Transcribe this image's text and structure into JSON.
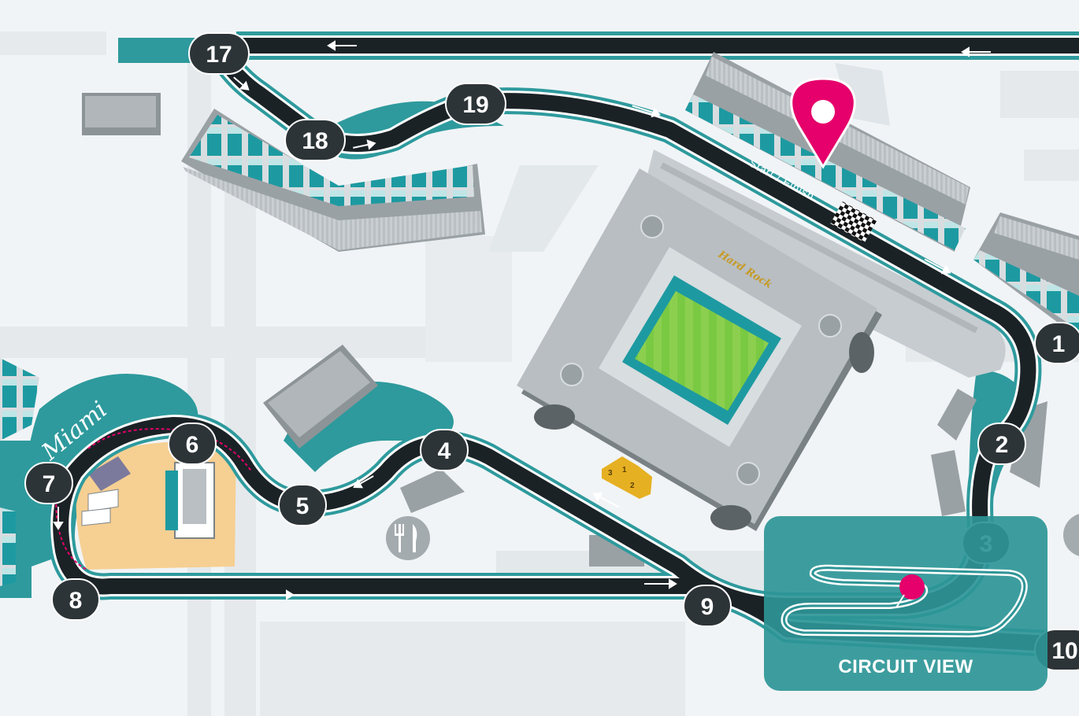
{
  "map": {
    "start_finish_label": "Start / Finish",
    "area_label": "Miami",
    "stadium_logo": "Hard Rock",
    "turns": [
      "1",
      "2",
      "3",
      "4",
      "5",
      "6",
      "7",
      "8",
      "9",
      "10",
      "17",
      "18",
      "19"
    ],
    "podium_positions": [
      "1",
      "2",
      "3"
    ]
  },
  "circuit_view": {
    "label": "CIRCUIT VIEW"
  },
  "icons": {
    "location_pin": "map-pin-icon",
    "restaurant": "fork-knife-icon",
    "finish_flag": "checkered-flag-icon",
    "direction": "arrow-icon"
  },
  "colors": {
    "background": "#f1f4f6",
    "track": "#1b2226",
    "teal": "#2e9a9d",
    "pin": "#e5006b",
    "turn_badge": "#2d3438",
    "circuit_view_panel": "#2e9596",
    "field": "#7ac943",
    "podium": "#e6b023"
  }
}
